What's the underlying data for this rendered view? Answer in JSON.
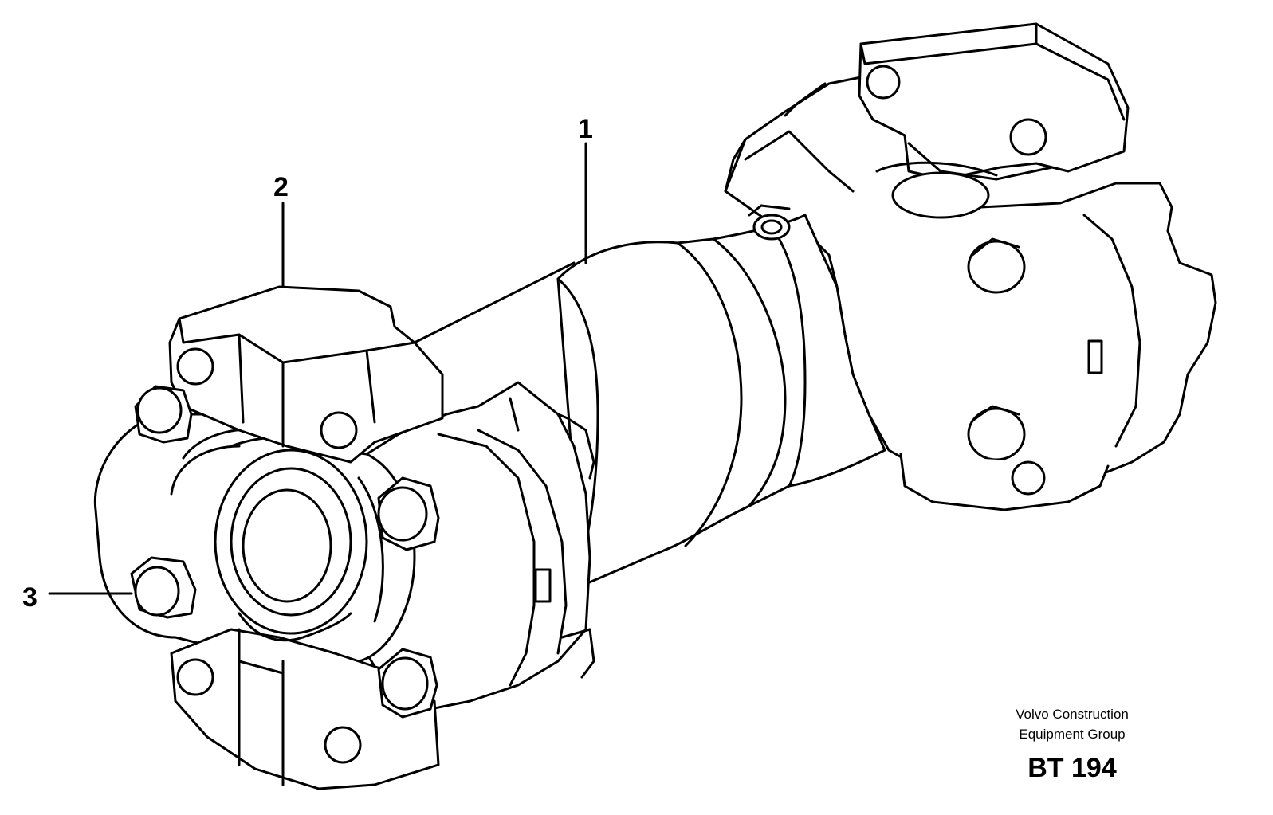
{
  "callouts": [
    {
      "number": "1",
      "part": "shaft"
    },
    {
      "number": "2",
      "part": "bearing-cap"
    },
    {
      "number": "3",
      "part": "bolt"
    }
  ],
  "credit": {
    "line1": "Volvo Construction",
    "line2": "Equipment Group",
    "drawing_code": "BT 194"
  }
}
